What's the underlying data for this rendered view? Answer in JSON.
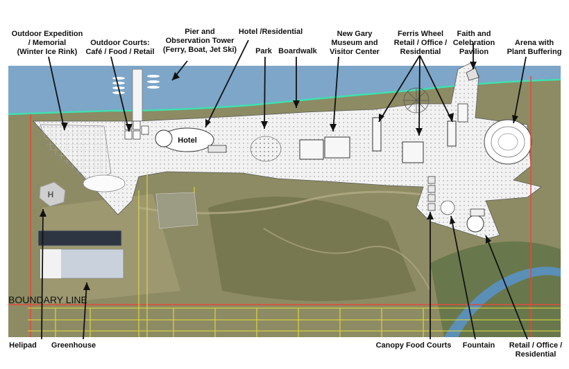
{
  "map": {
    "top_labels": [
      {
        "lines": [
          "Outdoor Expedition",
          "/ Memorial",
          "(Winter Ice Rink)"
        ]
      },
      {
        "lines": [
          "Outdoor Courts:",
          "Café / Food / Retail"
        ]
      },
      {
        "lines": [
          "Pier and",
          "Observation Tower",
          "(Ferry, Boat, Jet Ski)"
        ]
      },
      {
        "lines": [
          "Hotel /Residential"
        ]
      },
      {
        "lines": [
          "Park"
        ]
      },
      {
        "lines": [
          "Boardwalk"
        ]
      },
      {
        "lines": [
          "New Gary",
          "Museum and",
          "Visitor Center"
        ]
      },
      {
        "lines": [
          "Ferris Wheel",
          "Retail / Office /",
          "Residential"
        ]
      },
      {
        "lines": [
          "Faith and",
          "Celebration",
          "Pavilion"
        ]
      },
      {
        "lines": [
          "Arena with",
          "Plant Buffering"
        ]
      }
    ],
    "bottom_labels": [
      {
        "lines": [
          "Helipad"
        ]
      },
      {
        "lines": [
          "Greenhouse"
        ]
      },
      {
        "lines": [
          "Canopy Food Courts"
        ]
      },
      {
        "lines": [
          "Fountain"
        ]
      },
      {
        "lines": [
          "Retail / Office /",
          "Residential"
        ]
      }
    ],
    "hotel_label": "Hotel",
    "boundary_label": "BOUNDARY LINE",
    "helipad_symbol": "H",
    "colors": {
      "water": "#7da6c8",
      "shoreline": "#3fe0b0",
      "terrain": "#8a8a62",
      "development": "#f2f2f2",
      "boundary": "#e24a3a",
      "parcel_lines": "#e8e23c",
      "label_text": "#111111"
    }
  }
}
